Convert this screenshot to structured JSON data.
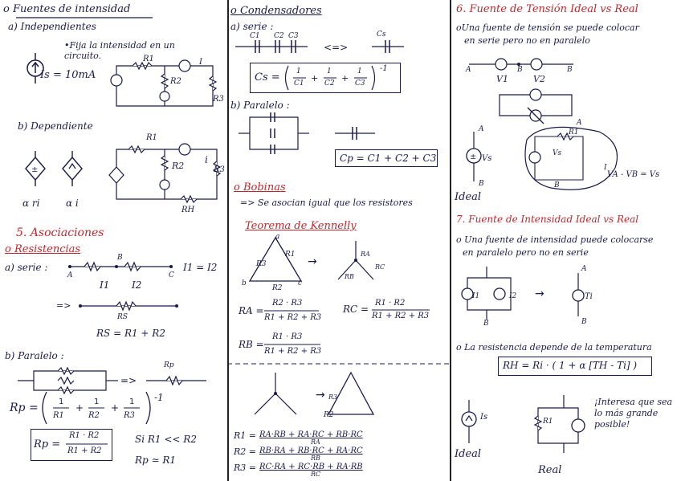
{
  "col1": {
    "fuentes_title": "o Fuentes de intensidad",
    "indep_title": "a) Independientes",
    "fija_note": "•Fija la intensidad en un circuito.",
    "is_value": "Is = 10mA",
    "lbl_r1": "R1",
    "lbl_r2": "R2",
    "lbl_r3": "R3",
    "lbl_i": "I",
    "dep_title": "b) Dependiente",
    "dep_r1": "R1",
    "dep_r2": "R2",
    "dep_r3": "R3",
    "dep_rh": "RH",
    "dep_i": "i",
    "alpha_ri": "α ri",
    "alpha_i": "α i",
    "asoc_title": "5. Asociaciones",
    "resist_title": "o Resistencias",
    "serie_label": "a) serie :",
    "node_a": "A",
    "node_b": "B",
    "node_c": "C",
    "i1": "I1",
    "i2": "I2",
    "i_eq": "I1 = I2",
    "rs_label": "RS",
    "rs_formula": "RS = R1 + R2",
    "paralelo_label": "b) Paralelo :",
    "rp_label": "Rp",
    "rp_formula_left": "Rp =",
    "rp_frac1": "1",
    "rp_r1": "R1",
    "rp_r2": "R2",
    "rp_r3": "R3",
    "rp_exp": "-1",
    "rp_box_left": "Rp =",
    "rp_box_num": "R1 · R2",
    "rp_box_den": "R1 + R2",
    "si_cond": "Si R1 << R2",
    "rp_approx": "Rp ≃ R1"
  },
  "col2": {
    "cond_title": "o Condensadores",
    "serie_label": "a) serie :",
    "c1": "C1",
    "c2": "C2",
    "c3": "C3",
    "cs": "Cs",
    "arrow": "<=>",
    "cs_left": "Cs =",
    "cs_one": "1",
    "cs_c1": "C1",
    "cs_c2": "C2",
    "cs_c3": "C3",
    "cs_exp": "-1",
    "paralelo_label": "b) Paralelo :",
    "cp_formula": "Cp = C1 + C2 + C3",
    "bobinas_title": "o Bobinas",
    "bobinas_note": "=> Se asocian igual que los resistores",
    "kennelly_title": "Teorema de Kennelly",
    "ra_formula_l": "RA =",
    "ra_num": "R2 · R3",
    "ra_den": "R1 + R2 + R3",
    "rc_formula_l": "RC =",
    "rc_num": "R1 · R2",
    "rc_den": "R1 + R2 + R3",
    "rb_formula_l": "RB =",
    "rb_num": "R1 · R3",
    "rb_den": "R1 + R2 + R3",
    "r1_l": "R1 =",
    "r1_expr": "RA·RB + RA·RC + RB·RC",
    "r1_den": "RA",
    "r2_l": "R2 =",
    "r2_expr": "RB·RA + RB·RC + RA·RC",
    "r2_den": "RB",
    "r3_l": "R3 =",
    "r3_expr": "RC·RA + RC·RB + RA·RB",
    "r3_den": "RC",
    "tri_r1": "R1",
    "tri_r2": "R2",
    "tri_r3": "R3",
    "tri_a": "a",
    "tri_b": "b",
    "tri_c": "c",
    "star_ra": "RA",
    "star_rb": "RB",
    "star_rc": "RC"
  },
  "col3": {
    "s6_title": "6. Fuente de Tensión Ideal vs Real",
    "s6_note1": "oUna fuente de tensión se puede colocar",
    "s6_note2": "en serie pero no en paralelo",
    "v1": "V1",
    "v2": "V2",
    "na": "A",
    "nb": "B",
    "vs": "Vs",
    "r1": "R1",
    "i_lbl": "I",
    "vab": "VA - VB = Vs",
    "ideal": "Ideal",
    "s7_title": "7. Fuente de Intensidad Ideal vs Real",
    "s7_note1": "o Una fuente de intensidad puede colocarse",
    "s7_note2": "en paralelo pero no en serie",
    "i1": "I1",
    "i2": "I2",
    "it": "Ti",
    "resist_note": "o La resistencia depende de la temperatura",
    "rh_formula": "RH = Ri · ( 1 + α [TH - Ti] )",
    "is_lbl": "Is",
    "ideal2": "Ideal",
    "real": "Real",
    "interesa": "¡Interesa que sea lo más grande posible!"
  }
}
